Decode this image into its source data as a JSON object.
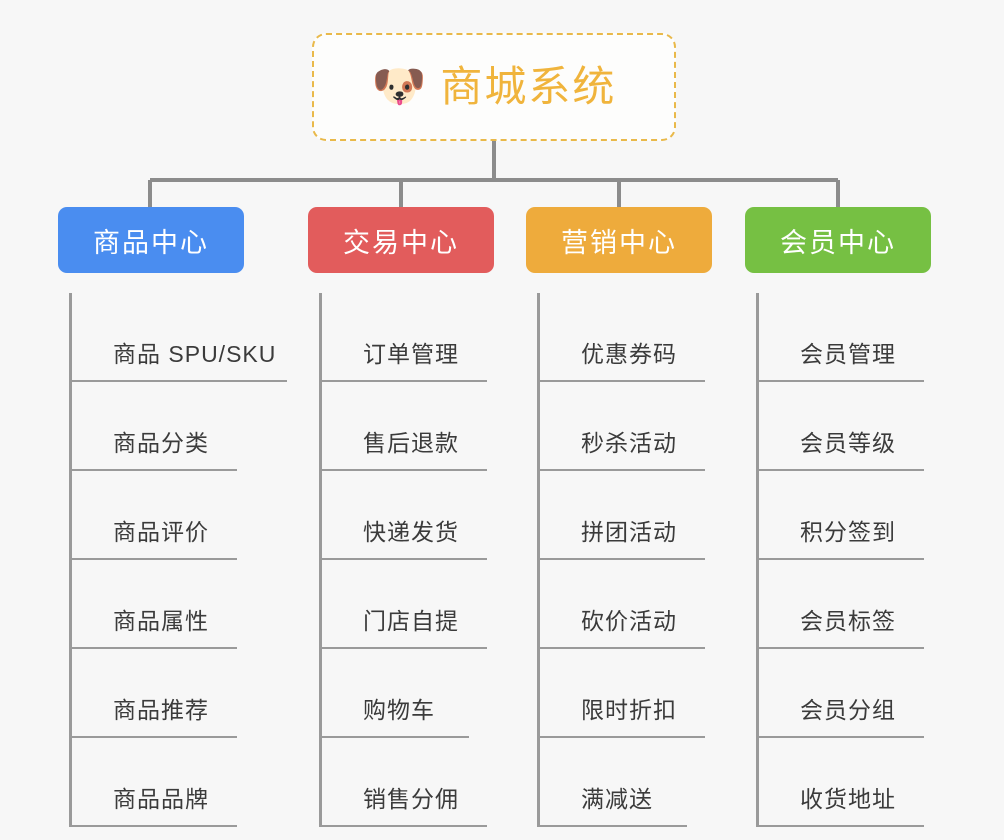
{
  "root": {
    "icon": "dog-face-emoji",
    "icon_glyph": "🐶",
    "title": "商城系统",
    "border_color": "#e9b94a",
    "text_color": "#f0b43c"
  },
  "diagram": {
    "type": "mind-map",
    "background": "#f7f7f7",
    "connector_color": "#8c8c8c"
  },
  "columns": [
    {
      "id": "product-center",
      "label": "商品中心",
      "color": "#4a8df0",
      "items": [
        {
          "label": "商品 SPU/SKU"
        },
        {
          "label": "商品分类"
        },
        {
          "label": "商品评价"
        },
        {
          "label": "商品属性"
        },
        {
          "label": "商品推荐"
        },
        {
          "label": "商品品牌"
        }
      ]
    },
    {
      "id": "trade-center",
      "label": "交易中心",
      "color": "#e25c5c",
      "items": [
        {
          "label": "订单管理"
        },
        {
          "label": "售后退款"
        },
        {
          "label": "快递发货"
        },
        {
          "label": "门店自提"
        },
        {
          "label": "购物车"
        },
        {
          "label": "销售分佣"
        }
      ]
    },
    {
      "id": "marketing-center",
      "label": "营销中心",
      "color": "#eeab3c",
      "items": [
        {
          "label": "优惠券码"
        },
        {
          "label": "秒杀活动"
        },
        {
          "label": "拼团活动"
        },
        {
          "label": "砍价活动"
        },
        {
          "label": "限时折扣"
        },
        {
          "label": "满减送"
        }
      ]
    },
    {
      "id": "member-center",
      "label": "会员中心",
      "color": "#76c043",
      "items": [
        {
          "label": "会员管理"
        },
        {
          "label": "会员等级"
        },
        {
          "label": "积分签到"
        },
        {
          "label": "会员标签"
        },
        {
          "label": "会员分组"
        },
        {
          "label": "收货地址"
        }
      ]
    }
  ]
}
